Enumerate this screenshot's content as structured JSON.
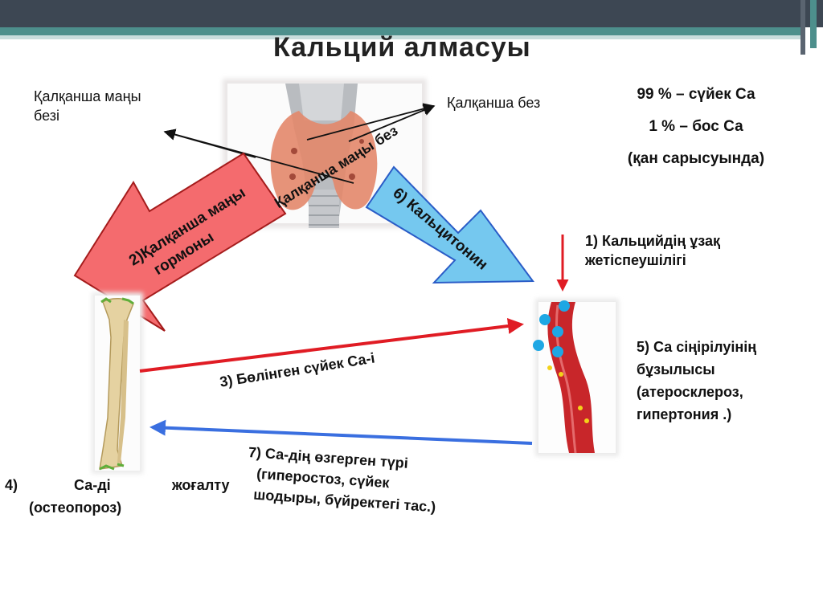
{
  "title": "Кальций алмасуы",
  "labels": {
    "parathyroid_line1": "Қалқанша маңы",
    "parathyroid_line2": "безі",
    "thyroid": "Қалқанша без",
    "parathyroid_gland_rot": "Қалқанша маңы без",
    "stat1": "99 % – сүйек Са",
    "stat2": "1 % – бос Са",
    "stat3": "(қан  сарысуында)",
    "hormone_line1": "2)Қалқанша маңы",
    "hormone_line2": "гормоны",
    "calcitonin": "6) Кальцитонин",
    "deficiency_line1": "1) Кальцийдің ұзақ",
    "deficiency_line2": "жетіспеушілігі",
    "released": "3) Бөлінген сүйек Са-і",
    "absorption_line1": "5) Са сіңірілуінің",
    "absorption_line2": "бұзылысы",
    "absorption_line3": "(атеросклероз,",
    "absorption_line4": "гипертония .)",
    "altered_line1": "7) Са-дің өзгерген түрі",
    "altered_line2": "(гиперостоз, сүйек",
    "altered_line3": "шодыры, бүйректегі тас.)",
    "loss_num": "4)",
    "loss_word1": "Са-ді",
    "loss_word2": "жоғалту",
    "loss_line2": "(остеопороз)"
  },
  "colors": {
    "red_arrow": "#f46b6e",
    "blue_arrow": "#75c8ef",
    "red_line": "#e01c24",
    "blue_line": "#3a6fe0",
    "vessel": "#c8262a",
    "calcium_dot": "#1ea7e4",
    "yellow_dot": "#f3d21a"
  }
}
